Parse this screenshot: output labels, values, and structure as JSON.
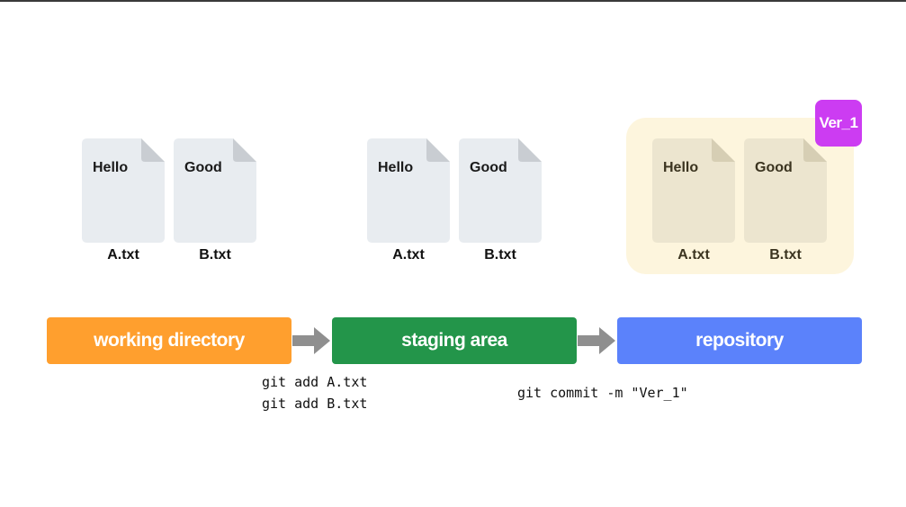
{
  "colors": {
    "file_page": "#e8ecf0",
    "file_fold": "#c9cdd2",
    "file_page_repo": "#ece5cf",
    "file_fold_repo": "#d6ceb4",
    "repo_group_bg": "#fdf5dd",
    "version_badge": "#cc3cf2",
    "working_directory": "#ff9f2e",
    "staging_area": "#23954a",
    "repository": "#5b82fb",
    "arrow": "#8f8f8f"
  },
  "groups": {
    "working": {
      "files": [
        {
          "content": "Hello",
          "name": "A.txt"
        },
        {
          "content": "Good",
          "name": "B.txt"
        }
      ]
    },
    "staging": {
      "files": [
        {
          "content": "Hello",
          "name": "A.txt"
        },
        {
          "content": "Good",
          "name": "B.txt"
        }
      ]
    },
    "repository": {
      "version_label": "Ver_1",
      "files": [
        {
          "content": "Hello",
          "name": "A.txt"
        },
        {
          "content": "Good",
          "name": "B.txt"
        }
      ]
    }
  },
  "stages": {
    "working_directory": "working directory",
    "staging_area": "staging area",
    "repository": "repository"
  },
  "commands": {
    "add": [
      "git add A.txt",
      "git add B.txt"
    ],
    "commit": "git commit -m \"Ver_1\""
  }
}
